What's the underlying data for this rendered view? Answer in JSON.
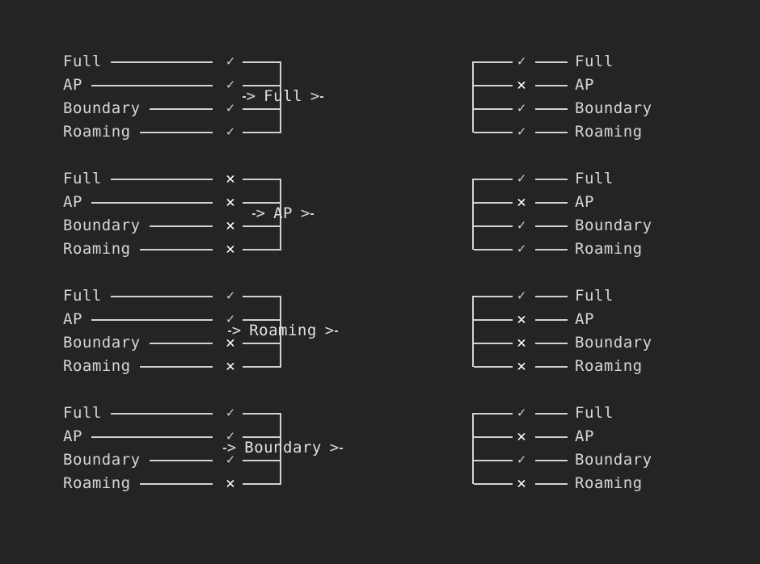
{
  "theme": {
    "background": "#242424",
    "line": "#d2d2d2",
    "text": "#d6d6d6",
    "yes_color": "#cfcfcf",
    "no_color": "#ffffff"
  },
  "glyphs": {
    "yes": "✓",
    "no": "✕",
    "arrow_head": ">",
    "out_arrow": ">"
  },
  "labels": {
    "full": "Full",
    "ap": "AP",
    "boundary": "Boundary",
    "roaming": "Roaming"
  },
  "blocks": [
    {
      "center_label": "Full",
      "inputs": [
        {
          "label": "Full",
          "mark": "✓",
          "state": "yes"
        },
        {
          "label": "AP",
          "mark": "✓",
          "state": "yes"
        },
        {
          "label": "Boundary",
          "mark": "✓",
          "state": "yes"
        },
        {
          "label": "Roaming",
          "mark": "✓",
          "state": "yes"
        }
      ],
      "outputs": [
        {
          "label": "Full",
          "mark": "✓",
          "state": "yes"
        },
        {
          "label": "AP",
          "mark": "✕",
          "state": "no"
        },
        {
          "label": "Boundary",
          "mark": "✓",
          "state": "yes"
        },
        {
          "label": "Roaming",
          "mark": "✓",
          "state": "yes"
        }
      ]
    },
    {
      "center_label": "AP",
      "inputs": [
        {
          "label": "Full",
          "mark": "✕",
          "state": "no"
        },
        {
          "label": "AP",
          "mark": "✕",
          "state": "no"
        },
        {
          "label": "Boundary",
          "mark": "✕",
          "state": "no"
        },
        {
          "label": "Roaming",
          "mark": "✕",
          "state": "no"
        }
      ],
      "outputs": [
        {
          "label": "Full",
          "mark": "✓",
          "state": "yes"
        },
        {
          "label": "AP",
          "mark": "✕",
          "state": "no"
        },
        {
          "label": "Boundary",
          "mark": "✓",
          "state": "yes"
        },
        {
          "label": "Roaming",
          "mark": "✓",
          "state": "yes"
        }
      ]
    },
    {
      "center_label": "Roaming",
      "inputs": [
        {
          "label": "Full",
          "mark": "✓",
          "state": "yes"
        },
        {
          "label": "AP",
          "mark": "✓",
          "state": "yes"
        },
        {
          "label": "Boundary",
          "mark": "✕",
          "state": "no"
        },
        {
          "label": "Roaming",
          "mark": "✕",
          "state": "no"
        }
      ],
      "outputs": [
        {
          "label": "Full",
          "mark": "✓",
          "state": "yes"
        },
        {
          "label": "AP",
          "mark": "✕",
          "state": "no"
        },
        {
          "label": "Boundary",
          "mark": "✕",
          "state": "no"
        },
        {
          "label": "Roaming",
          "mark": "✕",
          "state": "no"
        }
      ]
    },
    {
      "center_label": "Boundary",
      "inputs": [
        {
          "label": "Full",
          "mark": "✓",
          "state": "yes"
        },
        {
          "label": "AP",
          "mark": "✓",
          "state": "yes"
        },
        {
          "label": "Boundary",
          "mark": "✓",
          "state": "yes"
        },
        {
          "label": "Roaming",
          "mark": "✕",
          "state": "no"
        }
      ],
      "outputs": [
        {
          "label": "Full",
          "mark": "✓",
          "state": "yes"
        },
        {
          "label": "AP",
          "mark": "✕",
          "state": "no"
        },
        {
          "label": "Boundary",
          "mark": "✓",
          "state": "yes"
        },
        {
          "label": "Roaming",
          "mark": "✕",
          "state": "no"
        }
      ]
    }
  ]
}
